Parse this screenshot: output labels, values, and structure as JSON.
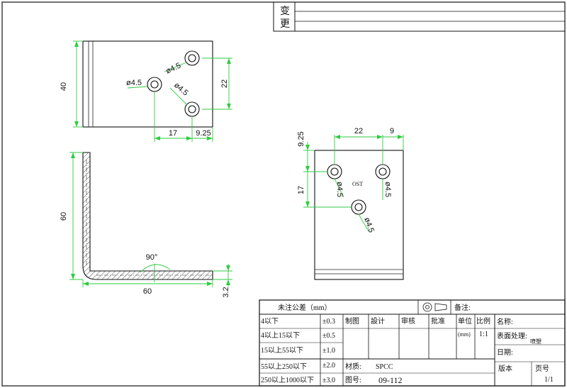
{
  "revision": {
    "label_top": "变",
    "label_bottom": "更"
  },
  "top_view": {
    "dim_width": "40",
    "dim_hole_spacing": "22",
    "dim_hole_offset": "17",
    "dim_edge": "9.25",
    "hole_labels": [
      "ø4.5",
      "ø4.5",
      "ø4.5"
    ]
  },
  "side_view": {
    "dim_height": "60",
    "dim_length": "60",
    "dim_thickness": "3.2",
    "angle": "90°"
  },
  "front_view": {
    "dim_top_left": "9.25",
    "dim_spacing": "22",
    "dim_right": "9",
    "dim_vertical": "17",
    "center_text": "OST",
    "hole_labels": [
      "ø4.5",
      "ø4.5",
      "ø4.5"
    ]
  },
  "title_block": {
    "tolerance_header": "未注公差（mm）",
    "tolerance_rows": [
      {
        "range": "4以下",
        "tol": "±0.3"
      },
      {
        "range": "4以上15以下",
        "tol": "±0.5"
      },
      {
        "range": "15以上55以下",
        "tol": "±1.0"
      },
      {
        "range": "55以上250以下",
        "tol": "±2.0"
      },
      {
        "range": "250以上1000以下",
        "tol": "±3.0"
      }
    ],
    "notes_label": "备注:",
    "roles": [
      "制图",
      "設计",
      "审核",
      "批准"
    ],
    "unit_label": "单位",
    "unit_value": "(mm)",
    "scale_label": "比例",
    "scale_value": "1:1",
    "name_label": "名称:",
    "surface_label": "表面处理:",
    "surface_value": "喷塑",
    "date_label": "日期:",
    "material_label": "材质:",
    "material_value": "SPCC",
    "drawing_no_label": "图号:",
    "drawing_no_value": "09-112",
    "version_label": "版本",
    "page_label": "页号",
    "page_value": "1/1"
  }
}
